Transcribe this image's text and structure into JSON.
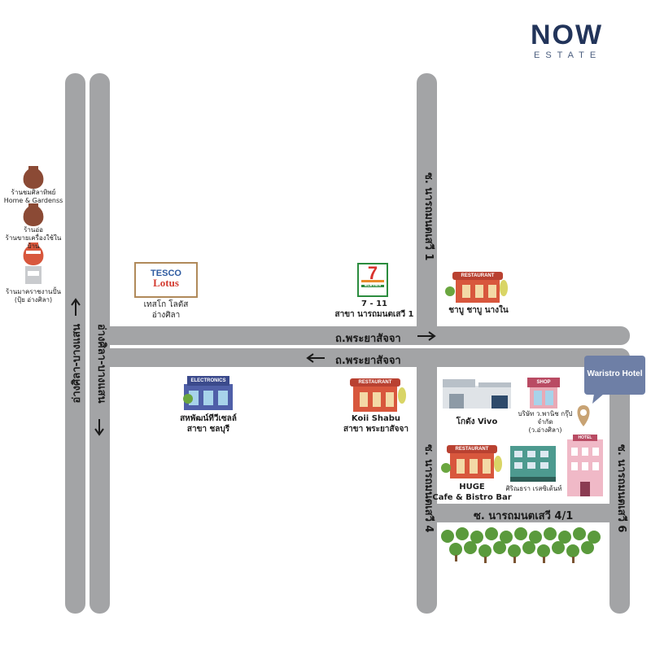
{
  "brand": {
    "name": "NOW",
    "sub": "ESTATE",
    "color": "#22345a"
  },
  "roads": {
    "main_road_1": "อ่างศิลา-บางแสน",
    "main_road_2": "อ่างศิลา-บางแสน",
    "east_road_top": "ถ.พระยาสัจจา",
    "east_road_bottom": "ถ.พระยาสัจจา",
    "soi_1": "ซ. นารถมนตเสวี 1",
    "soi_4": "ซ. นารถมนตเสวี 4",
    "soi_6": "ซ. นารถมนตเสวี 6",
    "soi_4_1": "ซ. นารถมนตเสวี 4/1"
  },
  "places": {
    "home_gardens": {
      "line1": "ร้านชมศิลาทิพย์",
      "line2": "Home & Gardenss"
    },
    "pottery_shop": {
      "line1": "ร้านอ่อ",
      "line2": "ร้านขายเครื่องใช้ในบ้าน"
    },
    "lantern_shop": {
      "line1": "ร้านมาคราชงานปั้น",
      "line2": "(ปุ้ย อ่างศิลา)"
    },
    "tesco": {
      "logo1": "TESCO",
      "logo2": "Lotus",
      "line1": "เทสโก โลตัส",
      "line2": "อ่างศิลา"
    },
    "seven_eleven": {
      "logo": "7",
      "logo_sub": "ELEVEN",
      "line1": "7 - 11",
      "line2": "สาขา นารถมนตเสวี 1"
    },
    "shabu_nangnai": {
      "sign": "RESTAURANT",
      "line1": "ชาบู ชาบู นางใน"
    },
    "electronics": {
      "sign": "ELECTRONICS",
      "line1": "สหพัฒน์ทีวีเซลล์",
      "line2": "สาขา ชลบุรี"
    },
    "koii_shabu": {
      "sign": "RESTAURANT",
      "line1": "Koii Shabu",
      "line2": "สาขา พระยาสัจจา"
    },
    "vivo_warehouse": {
      "line1": "โกดัง Vivo"
    },
    "shop_company": {
      "sign": "SHOP",
      "line1": "บริษัท ว.พานิช กรุ๊ป จำกัด",
      "line2": "(ว.อ่างศิลา)"
    },
    "huge_cafe": {
      "sign": "RESTAURANT",
      "line1": "HUGE",
      "line2": "Cafe & Bistro Bar"
    },
    "apartment": {
      "line1": "ศิริณธรา เรสซิเด้นท์"
    },
    "hotel": {
      "callout": "Waristro Hotel",
      "sign": "HOTEL"
    }
  },
  "colors": {
    "road": "#a3a4a6",
    "pin": "#c8a374",
    "hotel": "#f0b9c7",
    "tree": "#5a9a3c",
    "callout": "#6e7fa6"
  }
}
